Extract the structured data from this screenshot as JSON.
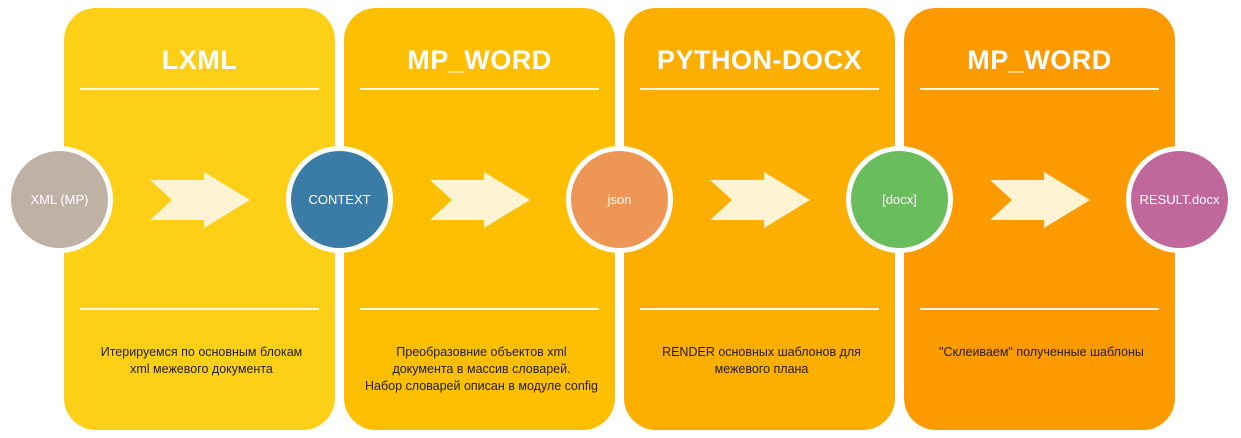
{
  "stages": [
    {
      "title": "LXML",
      "description": "Итерируемся по основным блокам\nxml  межевого документа",
      "color": "#FDD017"
    },
    {
      "title": "MP_WORD",
      "description": "Преобразовние  объектов  xml\nдокумента в массив словарей.\nНабор словарей описан в модуле config",
      "color": "#FDBF00"
    },
    {
      "title": "PYTHON-DOCX",
      "description": "RENDER основных шаблонов для\nмежевого плана",
      "color": "#FDAF00"
    },
    {
      "title": "MP_WORD",
      "description": "\"Склеиваем\" полученные шаблоны",
      "color": "#FD9A00"
    }
  ],
  "nodes": [
    {
      "label": "XML (MP)",
      "color": "#BFB1A4"
    },
    {
      "label": "CONTEXT",
      "color": "#3A7CA5"
    },
    {
      "label": "json",
      "color": "#EE9656"
    },
    {
      "label": "[docx]",
      "color": "#6ABD5C"
    },
    {
      "label": "RESULT.docx",
      "color": "#C0679B"
    }
  ],
  "arrow_color": "#FEF3D2"
}
